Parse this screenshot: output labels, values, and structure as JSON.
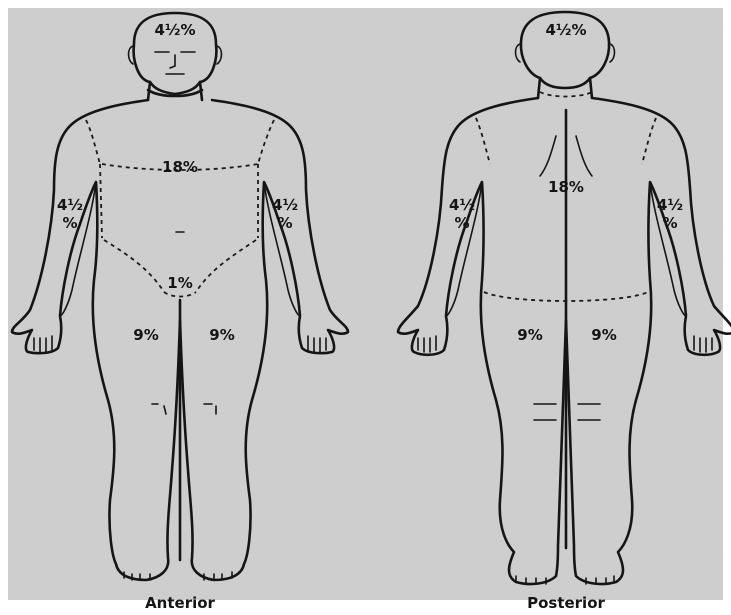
{
  "figures": {
    "anterior": {
      "caption": "Anterior",
      "labels": {
        "head": "4½%",
        "trunk": "18%",
        "left_arm_top": "4½",
        "left_arm_bottom": "%",
        "right_arm_top": "4½",
        "right_arm_bottom": "%",
        "genital": "1%",
        "left_leg": "9%",
        "right_leg": "9%"
      }
    },
    "posterior": {
      "caption": "Posterior",
      "labels": {
        "head": "4½%",
        "trunk": "18%",
        "left_arm_top": "4½",
        "left_arm_bottom": "%",
        "right_arm_top": "4½",
        "right_arm_bottom": "%",
        "left_leg": "9%",
        "right_leg": "9%"
      }
    }
  },
  "colors": {
    "background": "#c9c9c9",
    "ink": "#151515"
  }
}
